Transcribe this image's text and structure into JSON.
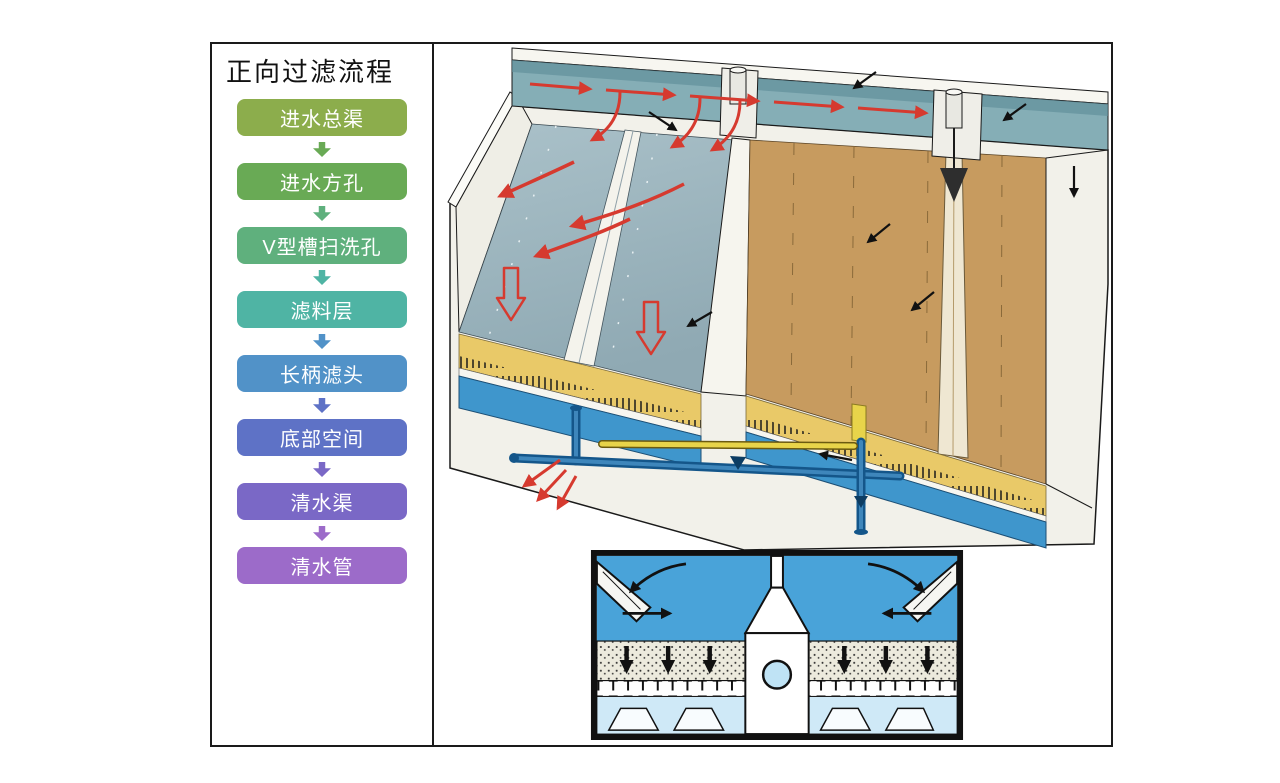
{
  "flowchart": {
    "title": "正向过滤流程",
    "steps": [
      {
        "label": "进水总渠",
        "color": "#8cad4c"
      },
      {
        "label": "进水方孔",
        "color": "#69aa55"
      },
      {
        "label": "V型槽扫洗孔",
        "color": "#5fb07d"
      },
      {
        "label": "滤料层",
        "color": "#4fb4a4"
      },
      {
        "label": "长柄滤头",
        "color": "#5192c8"
      },
      {
        "label": "底部空间",
        "color": "#5e72c6"
      },
      {
        "label": "清水渠",
        "color": "#7a68c6"
      },
      {
        "label": "清水管",
        "color": "#9c6bc9"
      }
    ]
  },
  "diagram": {
    "palette": {
      "inlet_channel_teal": "#85aeb6",
      "water_surface_gray_blue": "#9db7c0",
      "sand_brown": "#c79b5f",
      "sand_yellow": "#e9c968",
      "filtered_water_blue": "#3f96cc",
      "underdrain_light_blue": "#cfe9f7",
      "pipe_blue": "#1f6fae",
      "pipe_yellow": "#e8d44a",
      "flow_arrow_red": "#d63a2f",
      "outline_black": "#111111"
    }
  }
}
